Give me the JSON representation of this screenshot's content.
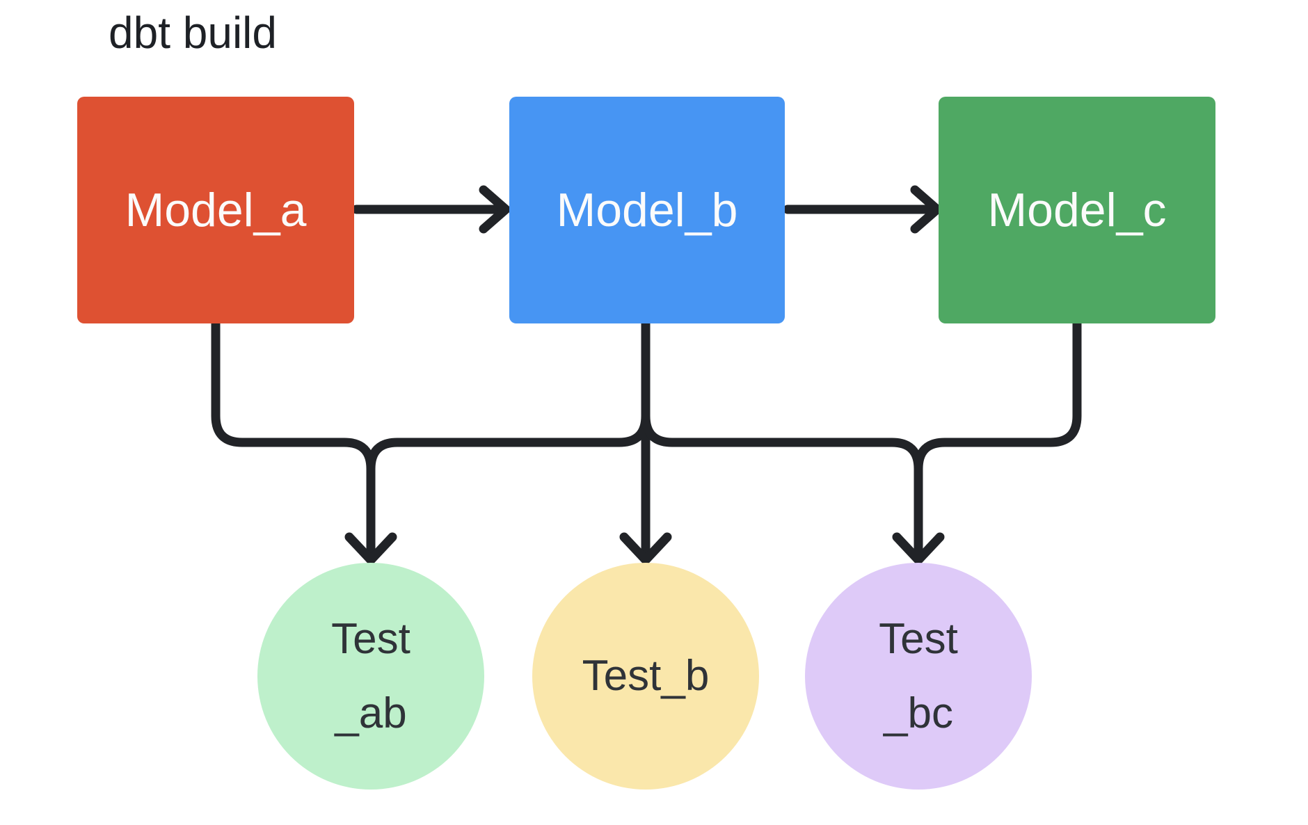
{
  "title": "dbt build",
  "colors": {
    "background": "#ffffff",
    "connector": "#212327",
    "model_label_text": "#fbfbfb",
    "test_label_text": "#2f3338",
    "model_a_fill": "#de5132",
    "model_b_fill": "#4795f3",
    "model_c_fill": "#4fa863",
    "test_ab_fill": "#bef0cb",
    "test_b_fill": "#fae7ab",
    "test_bc_fill": "#decaf8"
  },
  "nodes": {
    "model_a": {
      "label": "Model_a"
    },
    "model_b": {
      "label": "Model_b"
    },
    "model_c": {
      "label": "Model_c"
    },
    "test_ab": {
      "label": "Test\n_ab"
    },
    "test_b": {
      "label": "Test_b"
    },
    "test_bc": {
      "label": "Test\n_bc"
    }
  },
  "edges": [
    {
      "from": "Model_a",
      "to": "Model_b"
    },
    {
      "from": "Model_b",
      "to": "Model_c"
    },
    {
      "from": "Model_a",
      "to": "Test_ab"
    },
    {
      "from": "Model_b",
      "to": "Test_ab"
    },
    {
      "from": "Model_b",
      "to": "Test_b"
    },
    {
      "from": "Model_b",
      "to": "Test_bc"
    },
    {
      "from": "Model_c",
      "to": "Test_bc"
    }
  ]
}
